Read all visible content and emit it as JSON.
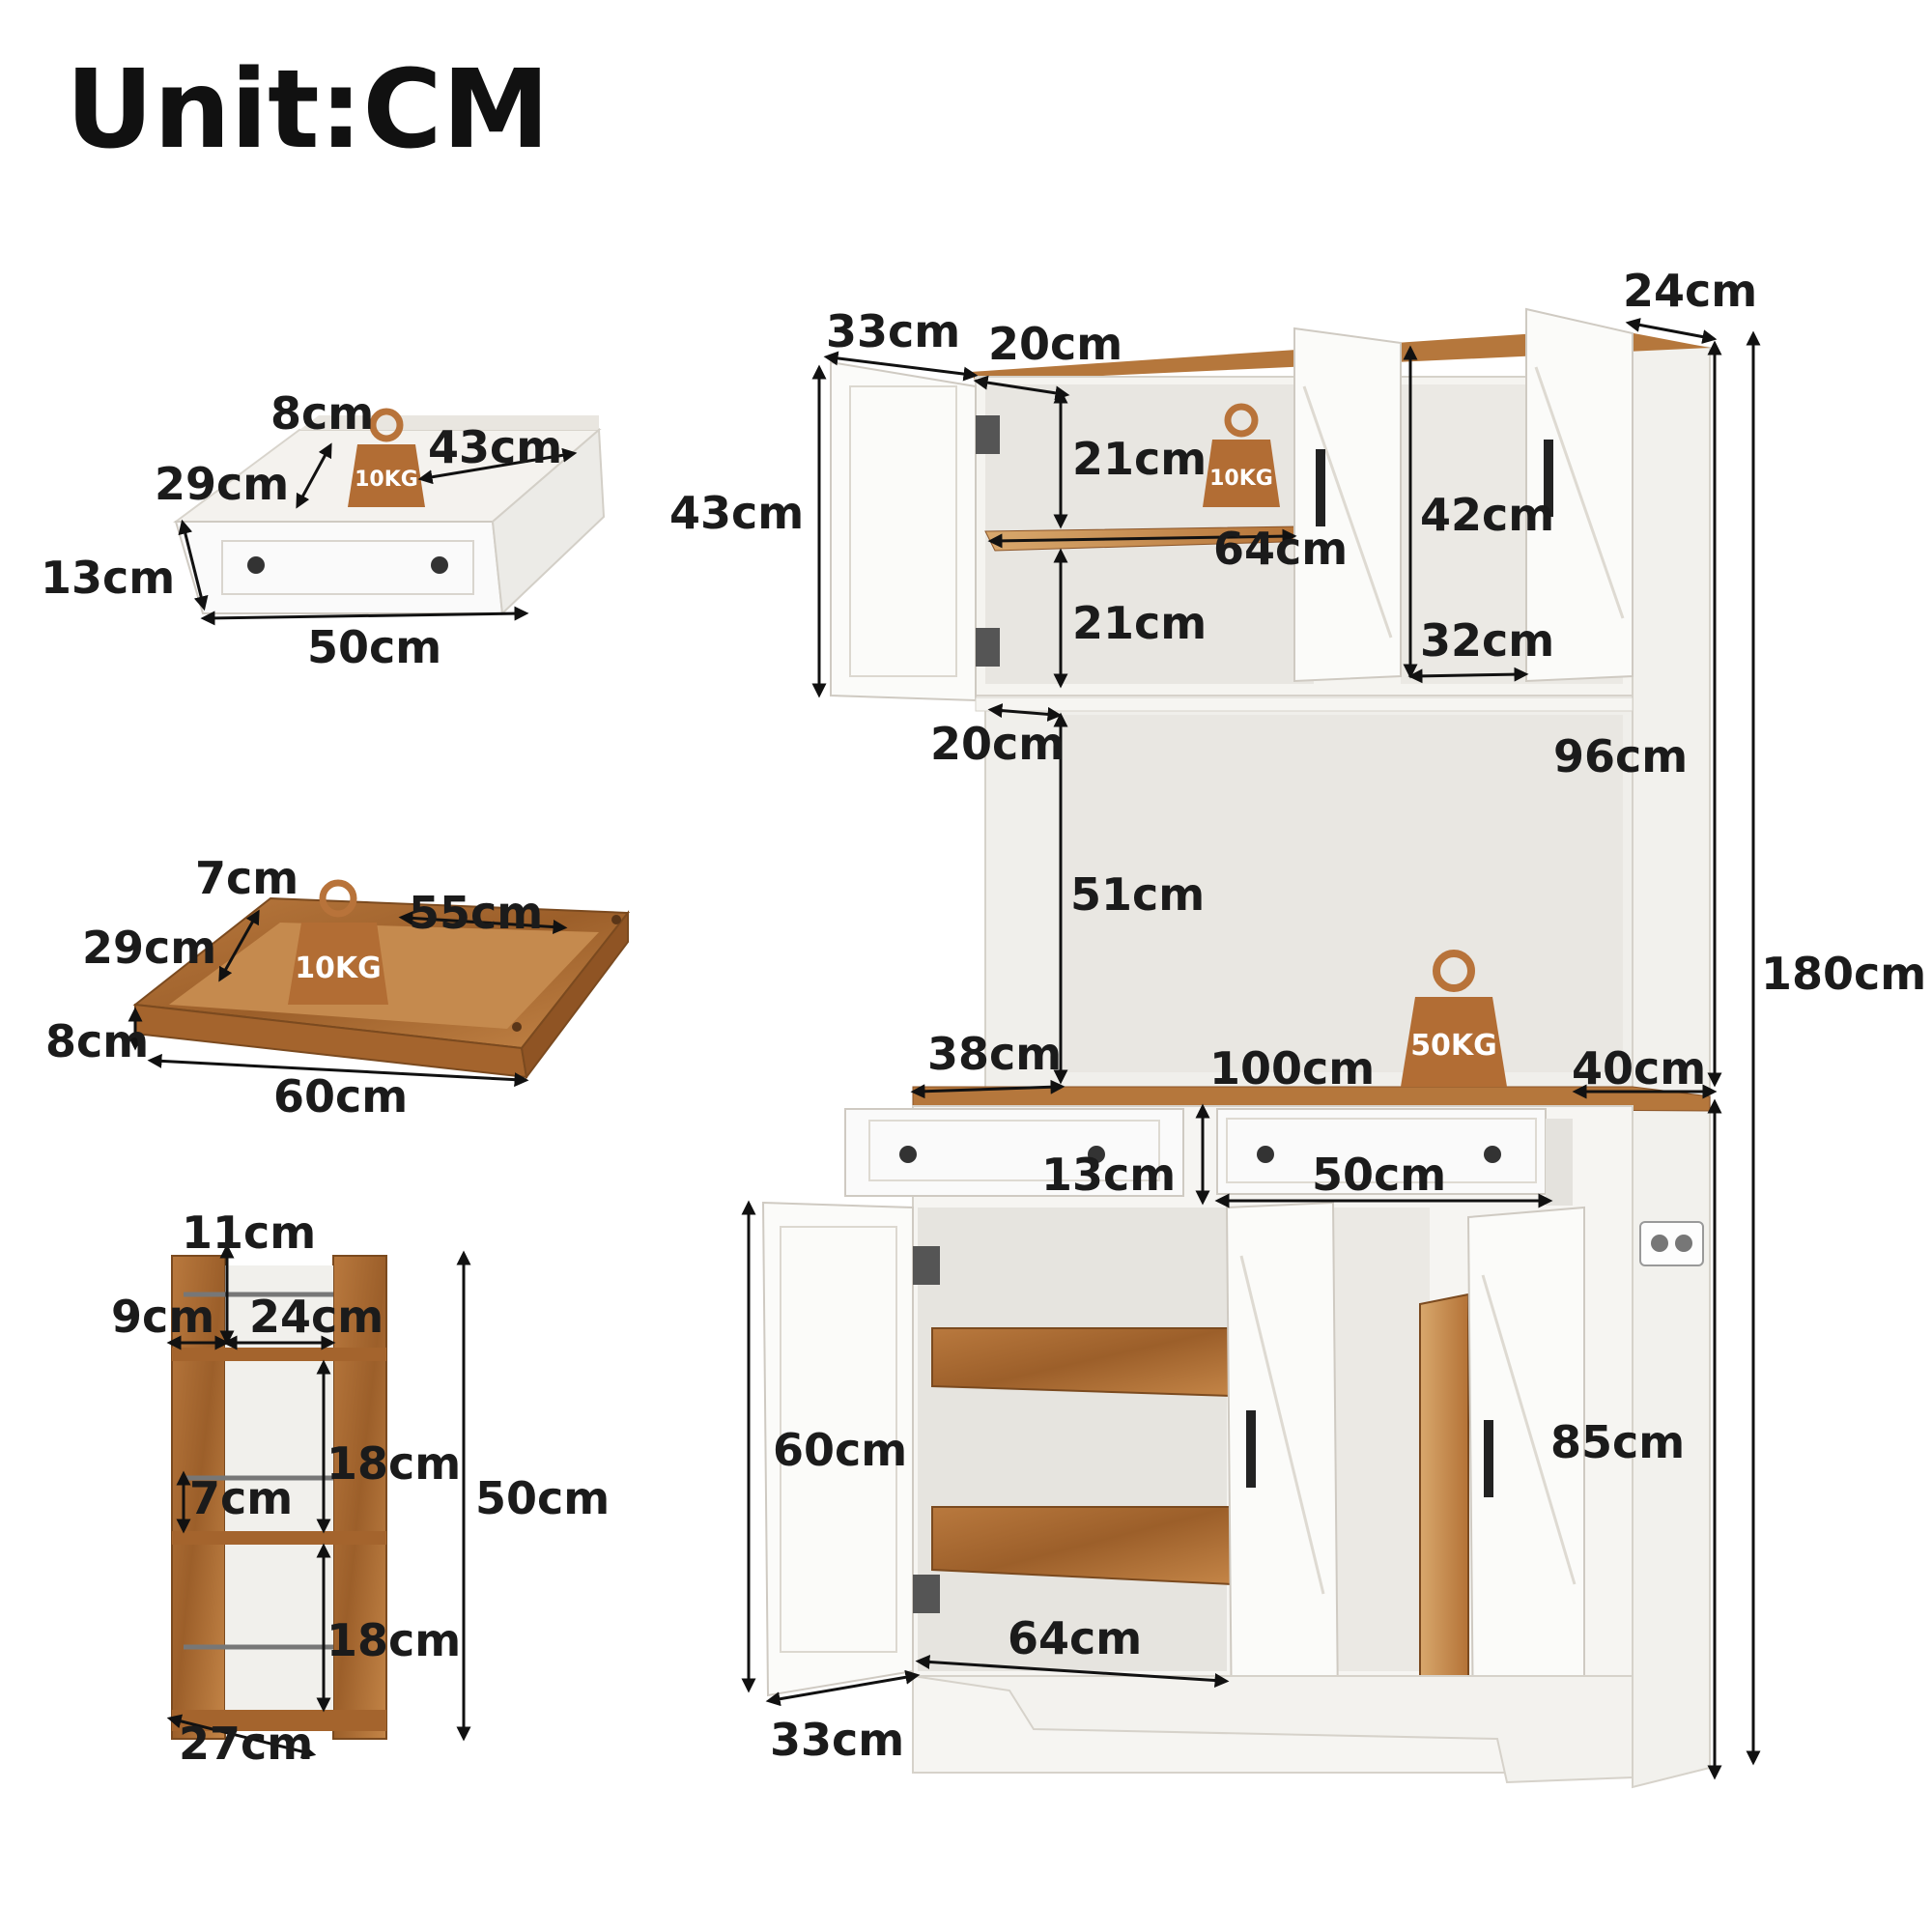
{
  "title": "Unit:CM",
  "drawer": {
    "height": "8cm",
    "length": "43cm",
    "depth": "29cm",
    "side": "13cm",
    "width": "50cm",
    "weight": "10KG"
  },
  "tray": {
    "height": "7cm",
    "length": "55cm",
    "depth": "29cm",
    "side": "8cm",
    "width": "60cm",
    "weight": "10KG"
  },
  "rack": {
    "top": "11cm",
    "left": "9cm",
    "inner": "24cm",
    "shelf1": "18cm",
    "gap": "7cm",
    "shelf2": "18cm",
    "height": "50cm",
    "depth": "27cm"
  },
  "cabinet": {
    "top_depth": "24cm",
    "door_depth": "33cm",
    "inner_depth": "20cm",
    "upper_left_height": "43cm",
    "shelf_top": "21cm",
    "shelf_bottom": "21cm",
    "upper_weight": "10KG",
    "upper_width": "64cm",
    "right_height": "42cm",
    "right_width": "32cm",
    "hutch_gap_depth": "20cm",
    "hutch_side_height": "96cm",
    "total_height": "180cm",
    "opening_height": "51cm",
    "counter_weight": "50KG",
    "counter_depth_left": "38cm",
    "counter_width": "100cm",
    "counter_depth_right": "40cm",
    "drawer_height": "13cm",
    "drawer_width": "50cm",
    "lower_left_height": "60cm",
    "lower_right_height": "85cm",
    "lower_width": "64cm",
    "lower_door_depth": "33cm"
  }
}
